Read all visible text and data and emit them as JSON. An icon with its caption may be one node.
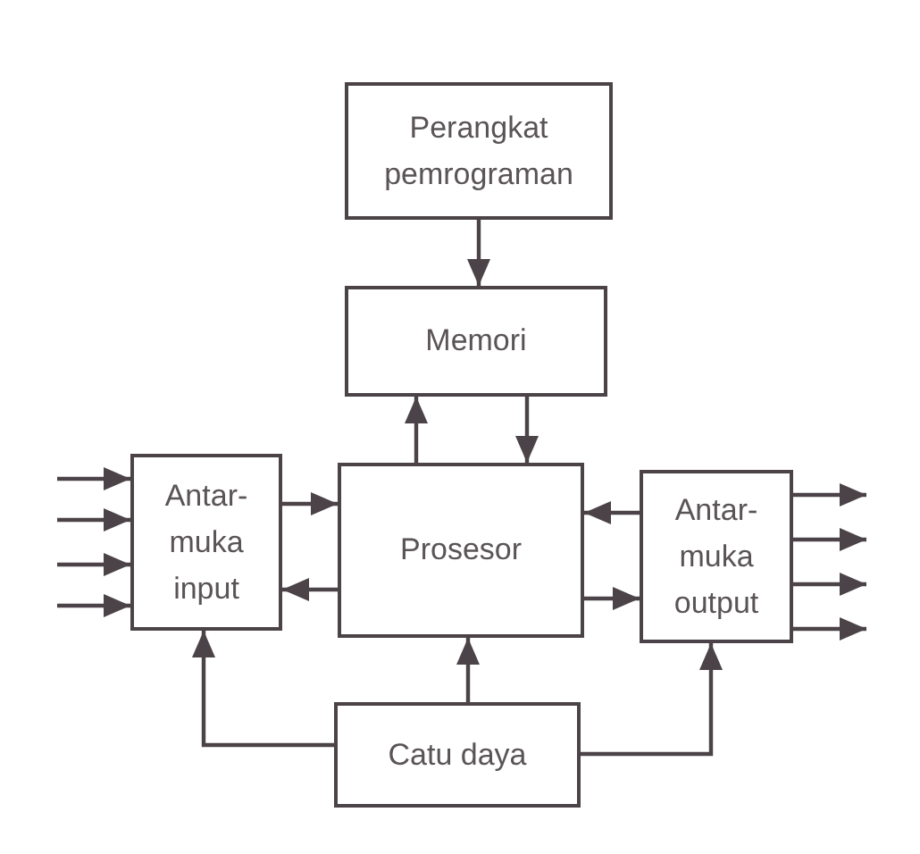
{
  "diagram": {
    "nodes": [
      {
        "text": [
          "Perangkat pemrograman"
        ]
      },
      {
        "text": [
          "Memori"
        ]
      },
      {
        "text": [
          "Antar- muka input"
        ]
      },
      {
        "text": [
          "Prosesor"
        ]
      },
      {
        "text": [
          "Antar- muka output"
        ]
      },
      {
        "text": [
          "Catu daya"
        ]
      }
    ],
    "edges": [
      {
        "from": 0,
        "to": 1,
        "arrow": "to"
      },
      {
        "from": 3,
        "to": 1,
        "arrow": "to"
      },
      {
        "from": 1,
        "to": 3,
        "arrow": "to"
      },
      {
        "from": 2,
        "to": 3,
        "arrow": "to"
      },
      {
        "from": 3,
        "to": 2,
        "arrow": "to"
      },
      {
        "from": 4,
        "to": 3,
        "arrow": "to"
      },
      {
        "from": 3,
        "to": 4,
        "arrow": "to"
      },
      {
        "from": 5,
        "to": 2,
        "arrow": "to"
      },
      {
        "from": 5,
        "to": 3,
        "arrow": "to"
      },
      {
        "from": 5,
        "to": 4,
        "arrow": "to"
      },
      {
        "from": null,
        "to": 2,
        "arrow": "to"
      },
      {
        "from": null,
        "to": 2,
        "arrow": "to"
      },
      {
        "from": null,
        "to": 2,
        "arrow": "to"
      },
      {
        "from": null,
        "to": 2,
        "arrow": "to"
      },
      {
        "from": 4,
        "to": null,
        "arrow": "to"
      },
      {
        "from": 4,
        "to": null,
        "arrow": "to"
      },
      {
        "from": 4,
        "to": null,
        "arrow": "to"
      },
      {
        "from": 4,
        "to": null,
        "arrow": "to"
      }
    ]
  }
}
